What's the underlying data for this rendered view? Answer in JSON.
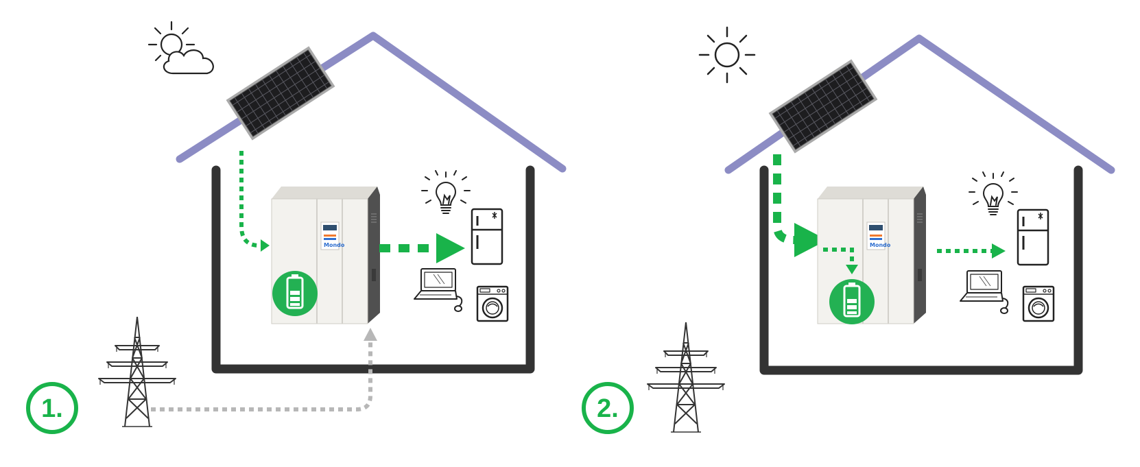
{
  "scenes": [
    {
      "step_label": "1.",
      "weather": "sun-behind-cloud-icon",
      "flows": [
        "solar-to-storage",
        "storage-to-appliances",
        "grid-to-storage"
      ]
    },
    {
      "step_label": "2.",
      "weather": "sun-icon",
      "flows": [
        "solar-to-storage",
        "storage-to-battery",
        "storage-to-appliances"
      ]
    }
  ],
  "device_brand": "Mondo",
  "colors": {
    "roof": "#8c8cc4",
    "wall": "#333333",
    "flow_solar": "#19b34a",
    "flow_grid": "#b7b7b7",
    "battery_badge": "#23b153",
    "cabinet": "#f3f2ee",
    "panel": "#1d1d1f"
  }
}
